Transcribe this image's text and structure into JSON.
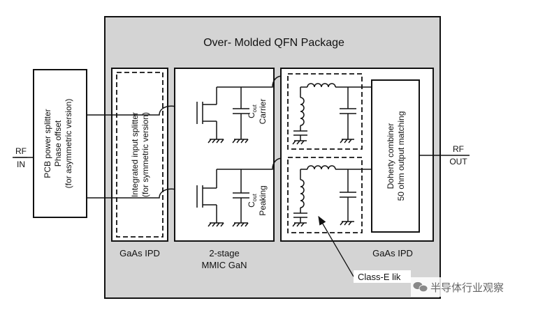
{
  "package": {
    "title": "Over- Molded QFN Package",
    "fill": "#d4d4d4"
  },
  "pcb_splitter": {
    "line1": "PCB power splitter",
    "line2": "Phase offset",
    "line3": "(for asymmetric version)"
  },
  "input_splitter": {
    "line1": "Integrated input splitter",
    "line2": "(for symmetric version)",
    "caption": "GaAs IPD"
  },
  "mmic": {
    "caption_line1": "2-stage",
    "caption_line2": "MMIC GaN",
    "carrier_label": "Carrier",
    "peaking_label": "Peaking",
    "cout_base": "C",
    "cout_sub": "out"
  },
  "output_ipd": {
    "combiner_line1": "Doherty combiner",
    "combiner_line2": "50 ohm output matching",
    "caption": "GaAs IPD"
  },
  "rf_in": {
    "top": "RF",
    "bottom": "IN"
  },
  "rf_out": {
    "top": "RF",
    "bottom": "OUT"
  },
  "class_e": {
    "label": "Class-E lik"
  },
  "watermark": {
    "text": "半导体行业观察"
  }
}
